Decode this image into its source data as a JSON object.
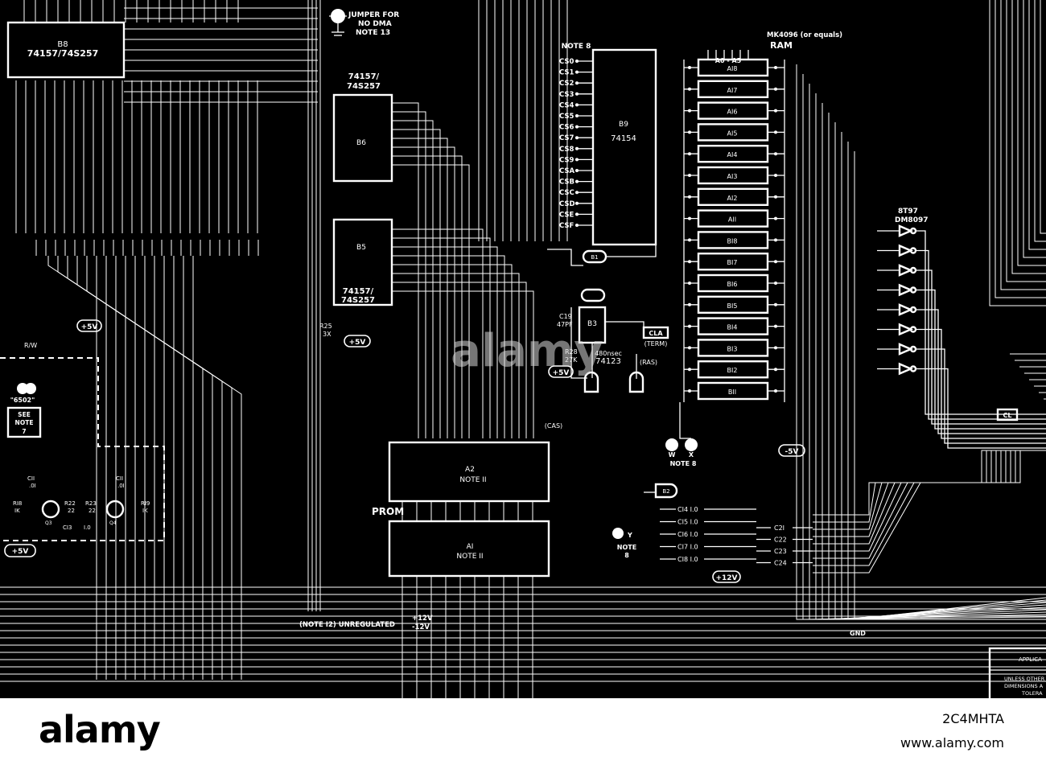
{
  "jumper": {
    "line1": "JUMPER FOR",
    "line2": "NO DMA",
    "line3": "NOTE 13"
  },
  "chips": {
    "b8": {
      "ref": "B8",
      "part": "74157/74S257"
    },
    "b6": {
      "ref": "B6",
      "part_top_1": "74157/",
      "part_top_2": "74S257"
    },
    "b5": {
      "ref": "B5",
      "part_bottom_1": "74157/",
      "part_bottom_2": "74S257"
    },
    "b9": {
      "ref": "B9",
      "part": "74154",
      "note": "NOTE 8"
    },
    "a2": {
      "ref": "A2",
      "note": "NOTE II"
    },
    "a1": {
      "ref": "AI",
      "note": "NOTE II"
    },
    "b3": {
      "ref": "B3",
      "part": "74123",
      "timing": "480nsec"
    },
    "b2": {
      "ref": "B2"
    },
    "b1": {
      "ref": "B1"
    }
  },
  "ram": {
    "part": "MK4096 (or equals)",
    "label": "RAM",
    "header": "A0 - A5",
    "cells": [
      "AI8",
      "AI7",
      "AI6",
      "AI5",
      "AI4",
      "AI3",
      "AI2",
      "AII",
      "BI8",
      "BI7",
      "BI6",
      "BI5",
      "BI4",
      "BI3",
      "BI2",
      "BII"
    ]
  },
  "driver": {
    "line1": "8T97",
    "line2": "DM8097"
  },
  "labels": {
    "prom": "PROM",
    "cs_labels": [
      "CS0",
      "CS1",
      "CS2",
      "CS3",
      "CS4",
      "CS5",
      "CS6",
      "CS7",
      "CS8",
      "CS9",
      "CSA",
      "CSB",
      "CSC",
      "CSD",
      "CSE",
      "CSF"
    ],
    "cla": "CLA",
    "term": "(TERM)",
    "ras": "(RAS)",
    "cas": "(CAS)",
    "c19": "C19",
    "c19_val": "47PF",
    "r28": "R28",
    "r28_val": "27K",
    "r25": "R25",
    "r25_val": "3X",
    "plus5v": "+5V",
    "minus5v": "-5V",
    "plus12v": "+12V",
    "note12": "(NOTE I2) UNREGULATED",
    "unreg_p12": "+12V",
    "unreg_m12": "-12V",
    "gnd": "GND",
    "cl": "CL",
    "wx_w": "W",
    "wx_x": "X",
    "wx_note": "NOTE 8",
    "y": "Y",
    "y_note1": "NOTE",
    "y_note2": "8",
    "rw": "R/W",
    "cpu": "\"6502\"",
    "see_note1": "SEE",
    "see_note2": "NOTE",
    "see_note3": "7",
    "r18": "RI8",
    "r18_val": "IK",
    "r19": "RI9",
    "r19_val": "IK",
    "r22": "R22",
    "r22_val": "22",
    "r23": "R23",
    "r23_val": "22",
    "c11a": "CII",
    "c11a_val": ".0I",
    "c11b": "CII",
    "c11b_val": ".0I",
    "c13": "CI3",
    "c13_val": "I.0",
    "q3": "Q3",
    "q4": "Q4",
    "caps_left": [
      "CI4 I.0",
      "CI5 I.0",
      "CI6 I.0",
      "CI7 I.0",
      "CI8 I.0"
    ],
    "caps_right": [
      "C2I",
      "C22",
      "C23",
      "C24"
    ],
    "applic": "APPLICA",
    "unless1": "UNLESS OTHER",
    "unless2": "DIMENSIONS A",
    "unless3": "TOLERA"
  },
  "watermark": {
    "center": "alamy",
    "footer_logo": "alamy",
    "image_id": "2C4MHTA",
    "site": "www.alamy.com"
  }
}
